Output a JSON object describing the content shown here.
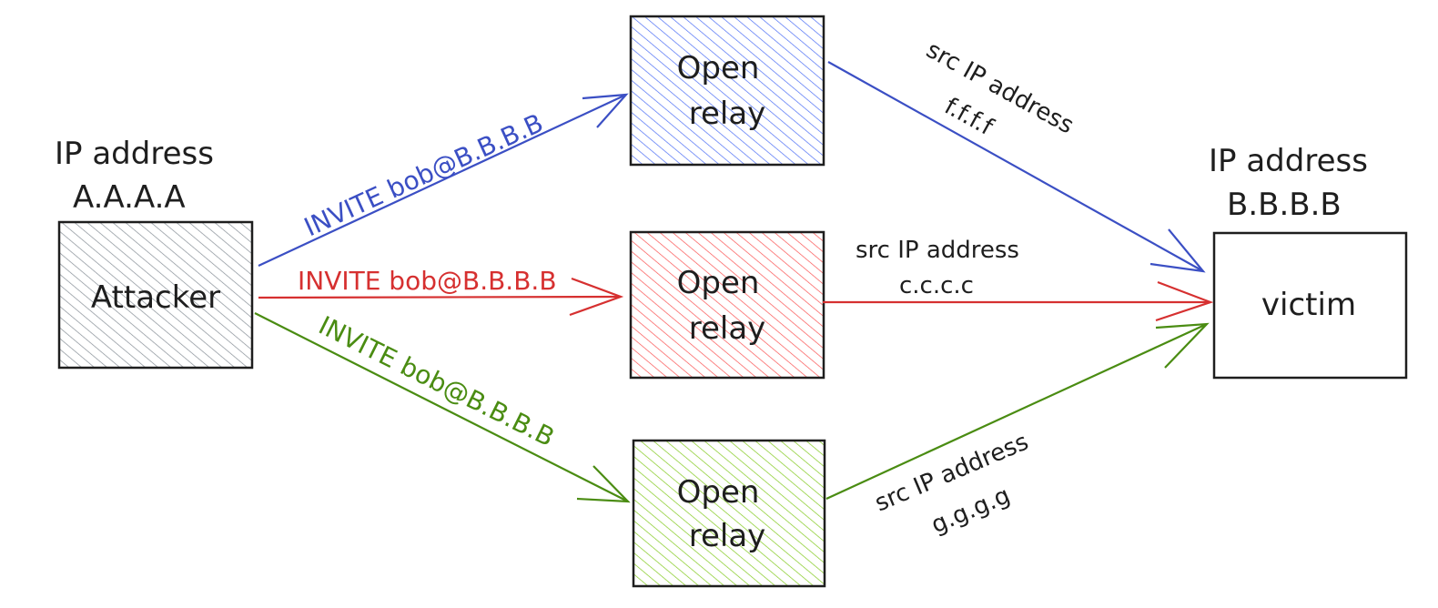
{
  "attacker": {
    "ip_label": "IP address",
    "ip_value": "A.A.A.A",
    "name": "Attacker",
    "color": "#868e96"
  },
  "victim": {
    "ip_label": "IP address",
    "ip_value": "B.B.B.B",
    "name": "victim"
  },
  "relays": [
    {
      "label_line1": "Open",
      "label_line2": "relay",
      "color": "#4c6ef5"
    },
    {
      "label_line1": "Open",
      "label_line2": "relay",
      "color": "#fa5252"
    },
    {
      "label_line1": "Open",
      "label_line2": "relay",
      "color": "#82c91e"
    }
  ],
  "requests": [
    {
      "text": "INVITE bob@B.B.B.B",
      "color": "#3b4fc4"
    },
    {
      "text": "INVITE bob@B.B.B.B",
      "color": "#d63030"
    },
    {
      "text": "INVITE bob@B.B.B.B",
      "color": "#4a8c12"
    }
  ],
  "responses": [
    {
      "label": "src IP address",
      "value": "f.f.f.f",
      "color": "#3b4fc4"
    },
    {
      "label": "src IP address",
      "value": "c.c.c.c",
      "color": "#d63030"
    },
    {
      "label": "src IP address",
      "value": "g.g.g.g",
      "color": "#4a8c12"
    }
  ],
  "ink_color": "#1e1e1e"
}
